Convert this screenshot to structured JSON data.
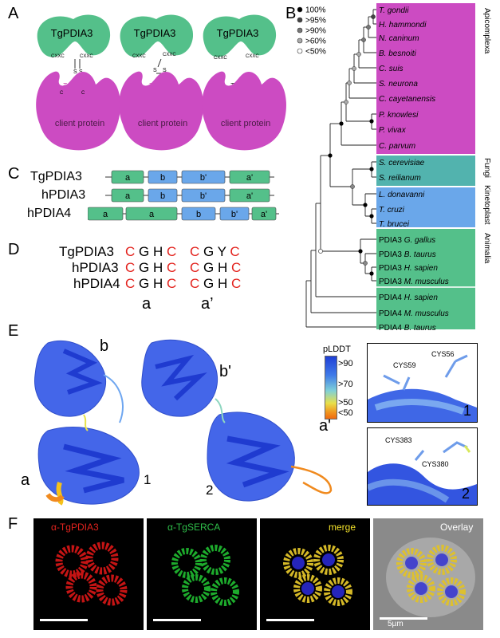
{
  "panels": {
    "A": "A",
    "B": "B",
    "C": "C",
    "D": "D",
    "E": "E",
    "F": "F"
  },
  "panelA": {
    "enzyme": "TgPDIA3",
    "motif": "CXXC",
    "client": "client protein",
    "cys": "C",
    "sulfur": "S",
    "thiol": "SH",
    "colors": {
      "enzyme": "#54c08a",
      "client": "#cc4bc2",
      "thiol": "#c0349f"
    }
  },
  "panelC": {
    "rows": [
      {
        "name": "TgPDIA3",
        "domains": [
          "a",
          "b",
          "b'",
          "a'"
        ]
      },
      {
        "name": "hPDIA3",
        "domains": [
          "a",
          "b",
          "b'",
          "a'"
        ]
      },
      {
        "name": "hPDIA4",
        "domains": [
          "a",
          "a",
          "b",
          "b'",
          "a'"
        ]
      }
    ],
    "colors": {
      "a": "#54c08a",
      "b": "#6aa7ea"
    }
  },
  "panelD": {
    "rows": [
      {
        "name": "TgPDIA3",
        "m1": [
          "C",
          "G",
          "H",
          "C"
        ],
        "m2": [
          "C",
          "G",
          "Y",
          "C"
        ]
      },
      {
        "name": "hPDIA3",
        "m1": [
          "C",
          "G",
          "H",
          "C"
        ],
        "m2": [
          "C",
          "G",
          "H",
          "C"
        ]
      },
      {
        "name": "hPDIA4",
        "m1": [
          "C",
          "G",
          "H",
          "C"
        ],
        "m2": [
          "C",
          "G",
          "H",
          "C"
        ]
      }
    ],
    "labelA": "a",
    "labelA2": "a’"
  },
  "panelB": {
    "legend": [
      {
        "label": "100%",
        "color": "#000000"
      },
      {
        "label": ">95%",
        "color": "#444444"
      },
      {
        "label": ">90%",
        "color": "#777777"
      },
      {
        "label": ">60%",
        "color": "#aaaaaa"
      },
      {
        "label": "<50%",
        "color": "#ffffff"
      }
    ],
    "groups": {
      "apicomplexa": "Apicomplexa",
      "fungi": "Fungi",
      "kinetoplast": "Kinetoplast",
      "animalia": "Animalia"
    },
    "colors": {
      "apicomplexa": "#cc4bc2",
      "fungi": "#52b3ae",
      "kinetoplast": "#6aa7ea",
      "animalia": "#54c08a"
    },
    "taxa": [
      {
        "prefix": "",
        "species": "T. gondii"
      },
      {
        "prefix": "",
        "species": "H. hammondi"
      },
      {
        "prefix": "",
        "species": "N. caninum"
      },
      {
        "prefix": "",
        "species": "B. besnoiti"
      },
      {
        "prefix": "",
        "species": "C. suis"
      },
      {
        "prefix": "",
        "species": "S. neurona"
      },
      {
        "prefix": "",
        "species": "C. cayetanensis"
      },
      {
        "prefix": "",
        "species": "P. knowlesi"
      },
      {
        "prefix": "",
        "species": "P. vivax"
      },
      {
        "prefix": "",
        "species": "C. parvum"
      },
      {
        "prefix": "",
        "species": "S. cerevisiae"
      },
      {
        "prefix": "",
        "species": "S. reilianum"
      },
      {
        "prefix": "",
        "species": "L. donavanni"
      },
      {
        "prefix": "",
        "species": "T. cruzi"
      },
      {
        "prefix": "",
        "species": "T. brucei"
      },
      {
        "prefix": "PDIA3 ",
        "species": "G. gallus"
      },
      {
        "prefix": "PDIA3 ",
        "species": "B. taurus"
      },
      {
        "prefix": "PDIA3 ",
        "species": "H. sapien"
      },
      {
        "prefix": "PDIA3 ",
        "species": "M. musculus"
      },
      {
        "prefix": "PDIA4 ",
        "species": "H. sapien"
      },
      {
        "prefix": "PDIA4 ",
        "species": "M. musculus"
      },
      {
        "prefix": "PDIA4 ",
        "species": "B. taurus"
      }
    ]
  },
  "panelE": {
    "domainLabels": {
      "a": "a",
      "b": "b",
      "b2": "b'",
      "a2": "a'",
      "n1": "1",
      "n2": "2"
    },
    "colorbar": {
      "title": "pLDDT",
      "ticks": [
        ">90",
        ">70",
        ">50",
        "<50"
      ]
    },
    "inset1": {
      "c1": "CYS59",
      "c2": "CYS56",
      "num": "1"
    },
    "inset2": {
      "c1": "CYS383",
      "c2": "CYS380",
      "num": "2"
    }
  },
  "panelF": {
    "labels": [
      "α-TgPDIA3",
      "α-TgSERCA",
      "merge",
      "Overlay"
    ],
    "labelColors": [
      "#e3231e",
      "#2fbf4a",
      "#f2e12a",
      "#ffffff"
    ],
    "scale": "5µm"
  }
}
